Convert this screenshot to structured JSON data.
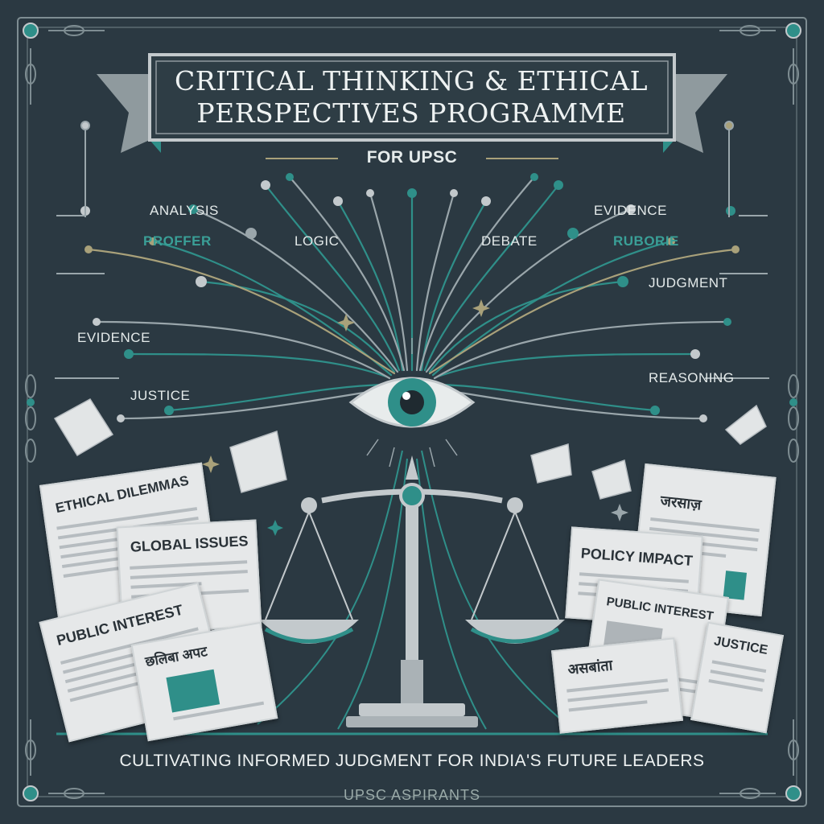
{
  "title": {
    "line1": "CRITICAL THINKING & ETHICAL",
    "line2": "PERSPECTIVES PROGRAMME"
  },
  "subtitle": "FOR UPSC",
  "keywords": {
    "analysis": "ANALYSIS",
    "proffer": "PROFFER",
    "logic": "LOGIC",
    "debate": "DEBATE",
    "evidence_right": "EVIDENCE",
    "rubric": "RUBORIE",
    "judgment": "JUDGMENT",
    "evidence_left": "EVIDENCE",
    "justice_left": "JUSTICE",
    "reasoning": "REASONING"
  },
  "newspapers_left": {
    "ethical_dilemmas": "ETHICAL DILEMMAS",
    "global_issues": "GLOBAL ISSUES",
    "public_interest": "PUBLIC INTEREST",
    "hindi_headline": "छलिबा अपट"
  },
  "newspapers_right": {
    "hindi_top": "जरसाज़",
    "policy_impact": "POLICY IMPACT",
    "public_interest": "PUBLIC INTEREST",
    "justice": "JUSTICE",
    "hindi_bottom": "असबांता"
  },
  "tagline": "CULTIVATING INFORMED JUDGMENT FOR INDIA'S FUTURE LEADERS",
  "footer": "UPSC ASPIRANTS",
  "colors": {
    "background": "#2b3942",
    "teal": "#2f8f89",
    "silver": "#c3c9cc",
    "gold": "#a9a17a",
    "banner": "#2e3d45"
  },
  "icons": [
    "eye-icon",
    "scales-of-justice-icon",
    "newspaper-icon",
    "sparkle-icon"
  ]
}
